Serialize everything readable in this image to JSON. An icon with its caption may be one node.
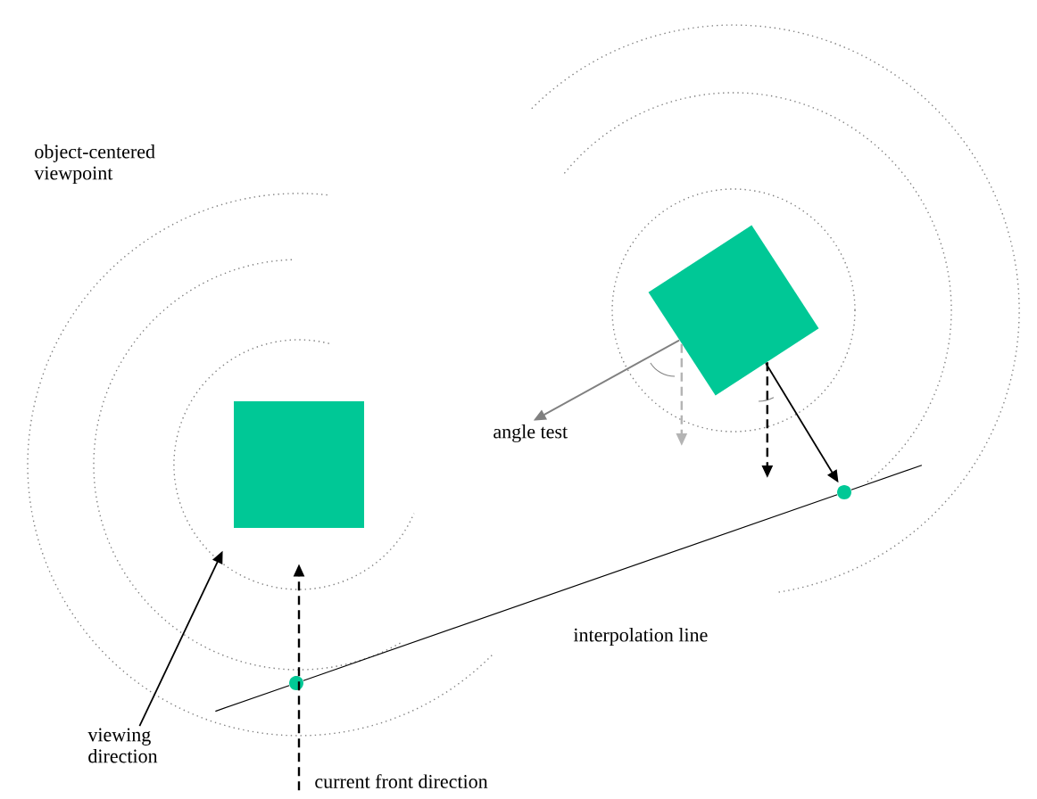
{
  "diagram": {
    "nodes": [
      {
        "text": [],
        "shape": "box"
      },
      {
        "text": [],
        "shape": "box"
      },
      {
        "text": [],
        "shape": "circle"
      },
      {
        "text": [],
        "shape": "circle"
      },
      {
        "text": [
          "viewing direction"
        ]
      },
      {
        "text": [
          "current front direction"
        ]
      },
      {
        "text": [
          "angle test"
        ]
      }
    ],
    "edges": [
      {
        "from": 4,
        "to": 0,
        "arrow": "to"
      },
      {
        "from": 5,
        "to": 0,
        "arrow": "to",
        "style": "dashed"
      },
      {
        "from": 2,
        "to": 3,
        "arrow": "none"
      },
      {
        "from": 1,
        "to": 6,
        "arrow": "to",
        "color": "#808080"
      },
      {
        "from": 1,
        "to": null,
        "arrow": "to",
        "style": "dashed"
      },
      {
        "from": 1,
        "to": 3,
        "arrow": "to"
      },
      {
        "from": 1,
        "to": null,
        "arrow": "to",
        "style": "dashed",
        "color": "#b4b4b4"
      }
    ],
    "labels": [
      "object-centered viewpoint",
      "interpolation line"
    ]
  }
}
